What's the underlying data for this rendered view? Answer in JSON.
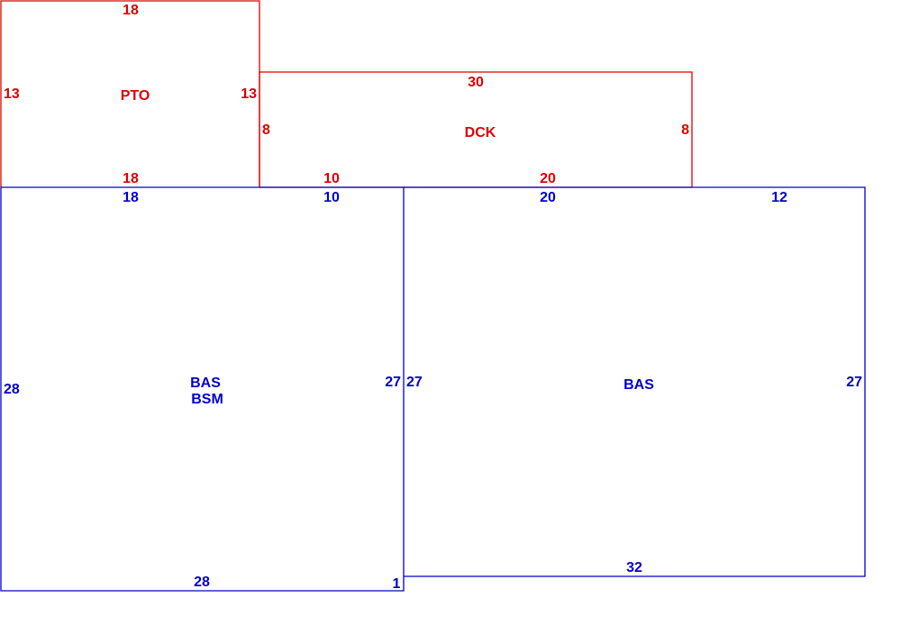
{
  "colors": {
    "upper_level": "#dd0000",
    "main_level": "#0000cc"
  },
  "areas": {
    "pto": {
      "label": "PTO",
      "top": "18",
      "bottom": "18",
      "left": "13",
      "right": "13"
    },
    "dck": {
      "label": "DCK",
      "top": "30",
      "left": "8",
      "right": "8",
      "bottom_left": "10",
      "bottom_right": "20"
    },
    "bas_bsm": {
      "label_line1": "BAS",
      "label_line2": "BSM",
      "top_left": "18",
      "top_right": "10",
      "left": "28",
      "right": "27",
      "bottom": "28",
      "corner": "1"
    },
    "bas": {
      "label": "BAS",
      "top_left": "20",
      "top_right": "12",
      "left": "27",
      "right": "27",
      "bottom": "32"
    }
  }
}
